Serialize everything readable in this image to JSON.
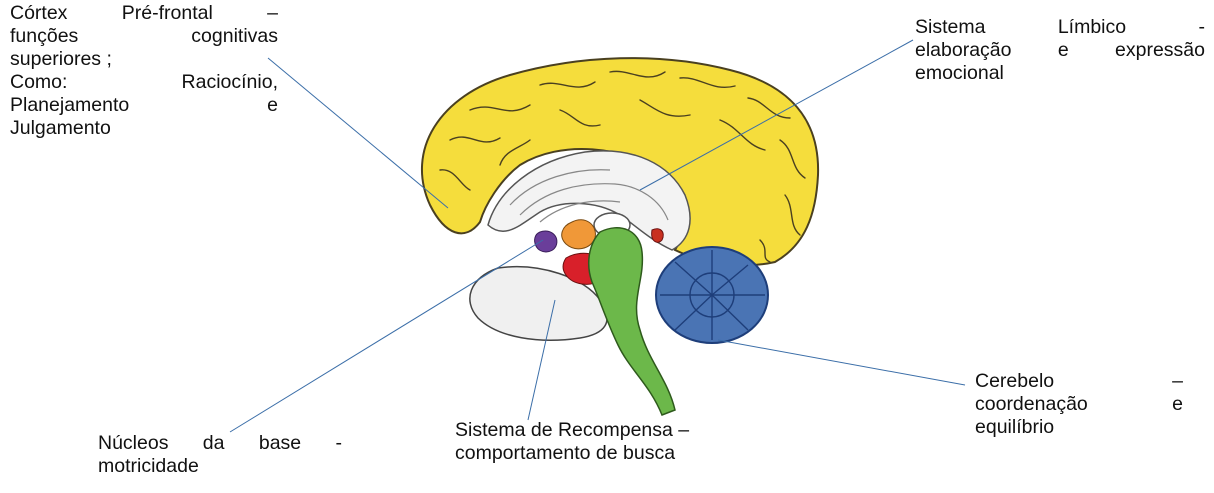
{
  "labels": {
    "cortex": {
      "lines": [
        "Córtex Pré-frontal –",
        "funções cognitivas",
        "superiores ;",
        "Como: Raciocínio,",
        "Planejamento e",
        "Julgamento"
      ]
    },
    "limbico": {
      "lines": [
        "Sistema Límbico -",
        "elaboração e expressão",
        "emocional"
      ]
    },
    "nucleos": {
      "lines": [
        "Núcleos da base -",
        "motricidade"
      ]
    },
    "recompensa": {
      "lines": [
        "Sistema de Recompensa –",
        "comportamento de busca"
      ]
    },
    "cerebelo": {
      "lines": [
        "Cerebelo –",
        "coordenação e",
        "equilíbrio"
      ]
    }
  },
  "colors": {
    "cortex_fill": "#f5dd3c",
    "cortex_stroke": "#4a4020",
    "inner_fill": "#f2f2f2",
    "cerebellum": "#4a74b4",
    "cerebellum_dark": "#1e3e7a",
    "brainstem": "#6cb84a",
    "reward_red": "#d8202a",
    "limbic_orange": "#f09838",
    "basal_purple": "#6a3e9a",
    "leader_line": "#3b6ea8"
  }
}
